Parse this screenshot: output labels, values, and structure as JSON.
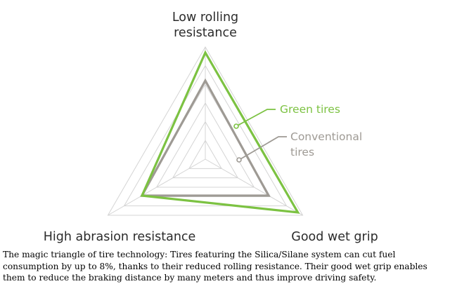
{
  "chart_data": {
    "type": "radar",
    "axes": [
      "Low rolling resistance",
      "Good wet grip",
      "High abrasion resistance"
    ],
    "axis_label_lines": [
      [
        "Low rolling",
        "resistance"
      ],
      [
        "Good wet grip"
      ],
      [
        "High abrasion resistance"
      ]
    ],
    "grid_levels": 6,
    "series": [
      {
        "name": "Green tires",
        "label_lines": [
          "Green tires"
        ],
        "values": [
          0.95,
          0.95,
          0.65
        ],
        "color": "#7cc242"
      },
      {
        "name": "Conventional tires",
        "label_lines": [
          "Conventional",
          "tires"
        ],
        "values": [
          0.7,
          0.65,
          0.65
        ],
        "color": "#9e9a94"
      }
    ]
  },
  "caption": "The magic triangle of tire technology: Tires featuring the Silica/Silane system can cut fuel consumption by up to 8%, thanks to their reduced rolling resistance. Their good wet grip enables them to reduce the braking distance by many meters and thus improve driving safety."
}
